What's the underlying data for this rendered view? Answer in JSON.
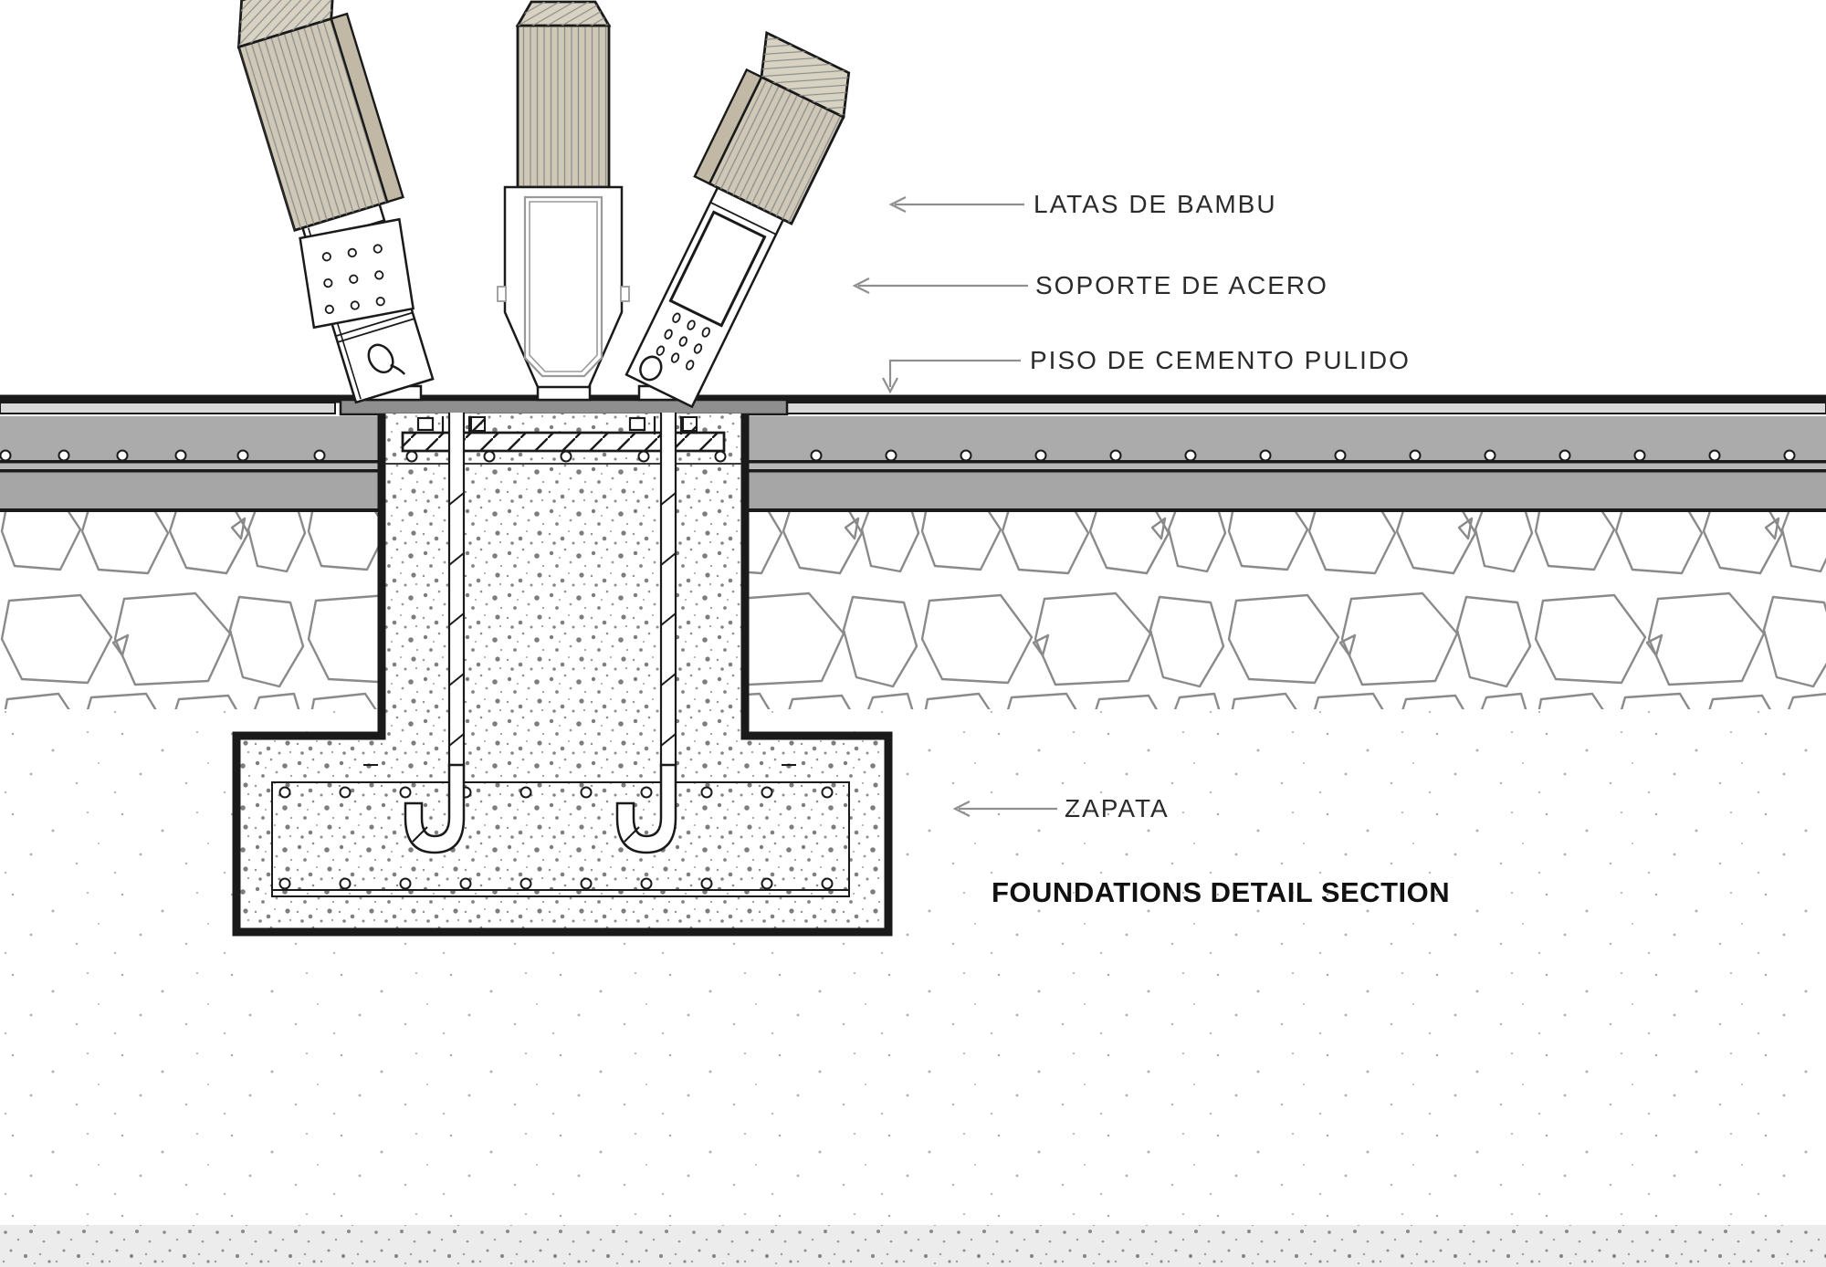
{
  "title": "FOUNDATIONS DETAIL SECTION",
  "callouts": {
    "bamboo": "LATAS DE BAMBU",
    "steel_support": "SOPORTE DE ACERO",
    "floor": "PISO DE CEMENTO PULIDO",
    "footing": "ZAPATA"
  },
  "colors": {
    "line": "#1a1a1a",
    "title": "#111111",
    "text": "#2b2b2b",
    "arrow": "#8f8f8f",
    "bamboo": "#cfc8b6",
    "bamboo_side": "#c1b9a6",
    "bamboo_cap": "#d8d2c2",
    "plate": "#8f8f8f",
    "screed": "#d9d9d9",
    "slab": "#ababab",
    "slab_mid": "#b8b8b8",
    "slab_lower": "#a6a6a6",
    "stone": "#8a8a8a",
    "soil_strip": "#ececec"
  }
}
